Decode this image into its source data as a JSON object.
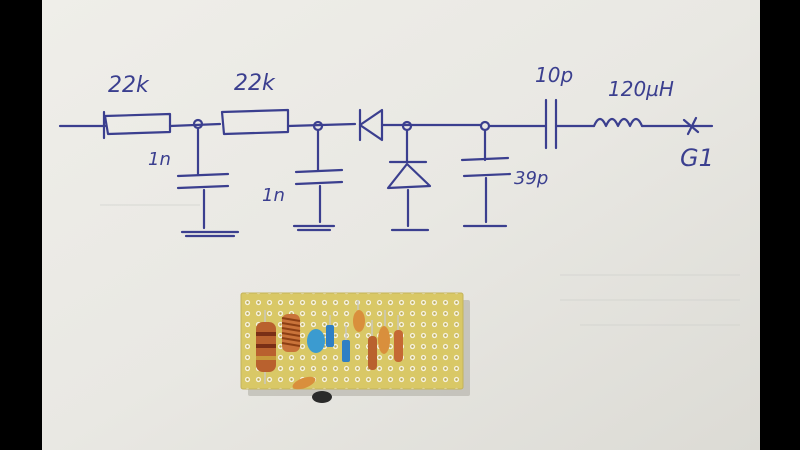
{
  "schematic": {
    "resistor_1": "22k",
    "resistor_2": "22k",
    "cap_1": "1n",
    "cap_2": "1n",
    "cap_3": "39p",
    "cap_series": "10p",
    "inductor": "120µH",
    "output": "G1"
  },
  "colors": {
    "frame": "#000000",
    "paper": "#ecebe6",
    "ink": "#3b3f8f",
    "board": "#d8c96a",
    "copper_hole": "#f4efd8"
  }
}
